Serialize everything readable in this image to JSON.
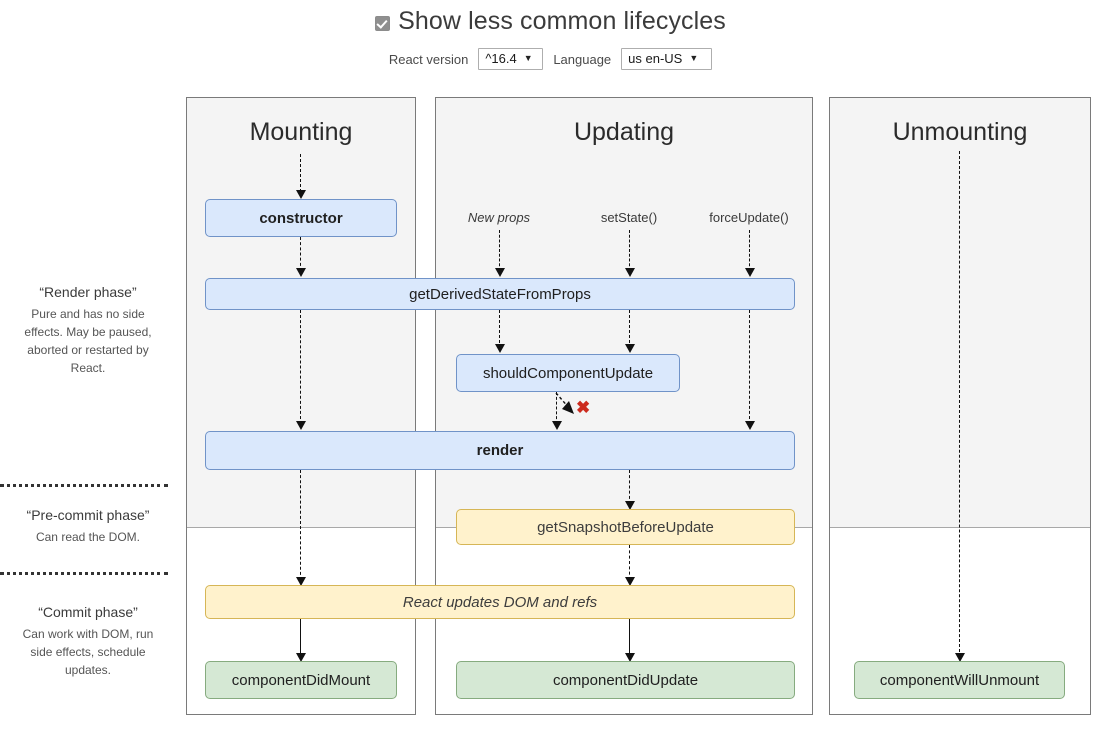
{
  "header": {
    "toggle": {
      "label": "Show less common lifecycles",
      "checked_icon": "checkbox-checked-icon",
      "checked": true
    },
    "version": {
      "label": "React version",
      "value": "^16.4",
      "caret_icon": "chevron-down-icon"
    },
    "language": {
      "label": "Language",
      "value": "us en-US",
      "caret_icon": "chevron-down-icon"
    }
  },
  "phases": [
    {
      "title": "“Render phase”",
      "description": "Pure and has no side effects. May be paused, aborted or restarted by React."
    },
    {
      "title": "“Pre-commit phase”",
      "description": "Can read the DOM."
    },
    {
      "title": "“Commit phase”",
      "description": "Can work with DOM, run side effects, schedule updates."
    }
  ],
  "columns": [
    {
      "title": "Mounting"
    },
    {
      "title": "Updating"
    },
    {
      "title": "Unmounting"
    }
  ],
  "triggers": [
    {
      "label": "New props"
    },
    {
      "label": "setState()"
    },
    {
      "label": "forceUpdate()"
    }
  ],
  "nodes": {
    "constructor": "constructor",
    "get_derived_state_from_props": "getDerivedStateFromProps",
    "should_component_update": "shouldComponentUpdate",
    "render": "render",
    "get_snapshot_before_update": "getSnapshotBeforeUpdate",
    "react_updates_dom": "React updates DOM and refs",
    "component_did_mount": "componentDidMount",
    "component_did_update": "componentDidUpdate",
    "component_will_unmount": "componentWillUnmount"
  },
  "annotations": {
    "skip_marker": "✖"
  },
  "colors": {
    "blue_fill": "#dae8fc",
    "blue_stroke": "#7093c8",
    "yellow_fill": "#fff2cc",
    "yellow_stroke": "#d6b656",
    "green_fill": "#d5e8d4",
    "green_stroke": "#86ab7f",
    "panel_grey": "#f4f4f4",
    "panel_border": "#7a7a7a",
    "skip_marker_color": "#cc2b1e"
  }
}
